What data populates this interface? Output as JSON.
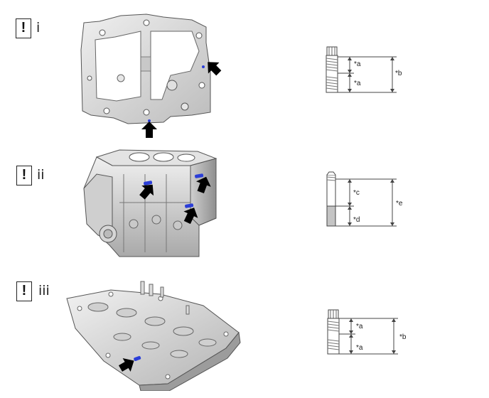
{
  "rows": [
    {
      "warning_icon": "exclamation-mark-icon",
      "roman": "i",
      "bolt": {
        "dims": [
          "*a",
          "*a",
          "*b"
        ]
      }
    },
    {
      "warning_icon": "exclamation-mark-icon",
      "roman": "ii",
      "bolt": {
        "dims": [
          "*c",
          "*d",
          "*e"
        ]
      }
    },
    {
      "warning_icon": "exclamation-mark-icon",
      "roman": "iii",
      "bolt": {
        "dims": [
          "*a",
          "*a",
          "*b"
        ]
      }
    }
  ],
  "colors": {
    "arrow": "#000000",
    "stud_marker": "#2b3ed8",
    "casting": "#d9d9d9",
    "casting_shadow": "#9c9c9c"
  }
}
